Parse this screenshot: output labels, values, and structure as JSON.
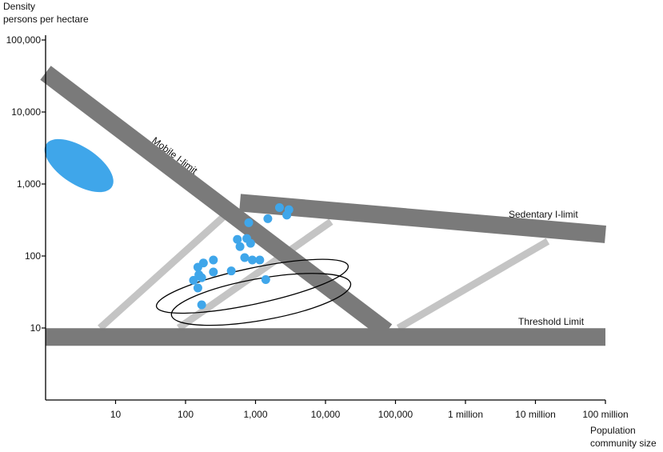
{
  "chart_data": {
    "type": "scatter",
    "title": "",
    "ylabel_line1": "Density",
    "ylabel_line2": "persons per hectare",
    "xlabel_line1": "Population",
    "xlabel_line2": "community size",
    "x_scale": "log",
    "y_scale": "log",
    "xlim": [
      1,
      100000000
    ],
    "ylim": [
      1,
      100000
    ],
    "x_ticks": [
      {
        "value": 10,
        "label": "10"
      },
      {
        "value": 100,
        "label": "100"
      },
      {
        "value": 1000,
        "label": "1,000"
      },
      {
        "value": 10000,
        "label": "10,000"
      },
      {
        "value": 100000,
        "label": "100,000"
      },
      {
        "value": 1000000,
        "label": "1 million"
      },
      {
        "value": 10000000,
        "label": "10 million"
      },
      {
        "value": 100000000,
        "label": "100 million"
      }
    ],
    "y_ticks": [
      {
        "value": 10,
        "label": "10"
      },
      {
        "value": 100,
        "label": "100"
      },
      {
        "value": 1000,
        "label": "1,000"
      },
      {
        "value": 10000,
        "label": "10,000"
      },
      {
        "value": 100000,
        "label": "100,000"
      }
    ],
    "bands": [
      {
        "label": "Mobile I-limit",
        "start": [
          1,
          35000
        ],
        "end": [
          75000,
          9
        ]
      },
      {
        "label": "Sedentary I-limit",
        "start": [
          600,
          550
        ],
        "end": [
          100000000,
          200
        ]
      },
      {
        "label": "Threshold Limit",
        "start": [
          1,
          7.5
        ],
        "end": [
          100000000,
          7.5
        ]
      }
    ],
    "connectors": [
      {
        "start": [
          6,
          10
        ],
        "end": [
          500,
          480
        ]
      },
      {
        "start": [
          80,
          10
        ],
        "end": [
          12000,
          300
        ]
      },
      {
        "start": [
          110000,
          10
        ],
        "end": [
          15000000,
          160
        ]
      }
    ],
    "points": [
      {
        "x": 2200,
        "y": 470
      },
      {
        "x": 3000,
        "y": 440
      },
      {
        "x": 2800,
        "y": 370
      },
      {
        "x": 1500,
        "y": 330
      },
      {
        "x": 800,
        "y": 290
      },
      {
        "x": 550,
        "y": 170
      },
      {
        "x": 750,
        "y": 175
      },
      {
        "x": 850,
        "y": 150
      },
      {
        "x": 600,
        "y": 135
      },
      {
        "x": 700,
        "y": 95
      },
      {
        "x": 900,
        "y": 88
      },
      {
        "x": 1150,
        "y": 88
      },
      {
        "x": 1400,
        "y": 47
      },
      {
        "x": 450,
        "y": 62
      },
      {
        "x": 250,
        "y": 88
      },
      {
        "x": 250,
        "y": 60
      },
      {
        "x": 180,
        "y": 80
      },
      {
        "x": 150,
        "y": 70
      },
      {
        "x": 130,
        "y": 46
      },
      {
        "x": 155,
        "y": 55
      },
      {
        "x": 170,
        "y": 50
      },
      {
        "x": 150,
        "y": 36
      },
      {
        "x": 170,
        "y": 21
      }
    ],
    "ellipses": [
      {
        "center": [
          3,
          1800
        ],
        "rx_decades": 1.12,
        "ry_decades": 0.52,
        "rotation_deg": 33,
        "fill": true
      },
      {
        "center": [
          900,
          38
        ],
        "rx_decades": 2.8,
        "ry_decades": 0.5,
        "rotation_deg": -12,
        "fill": false
      },
      {
        "center": [
          1200,
          25
        ],
        "rx_decades": 2.6,
        "ry_decades": 0.58,
        "rotation_deg": -10,
        "fill": false
      }
    ],
    "colors": {
      "band": "#7a7a7a",
      "connector": "#c4c4c4",
      "point": "#3fa6ea",
      "axis": "#000000"
    }
  }
}
